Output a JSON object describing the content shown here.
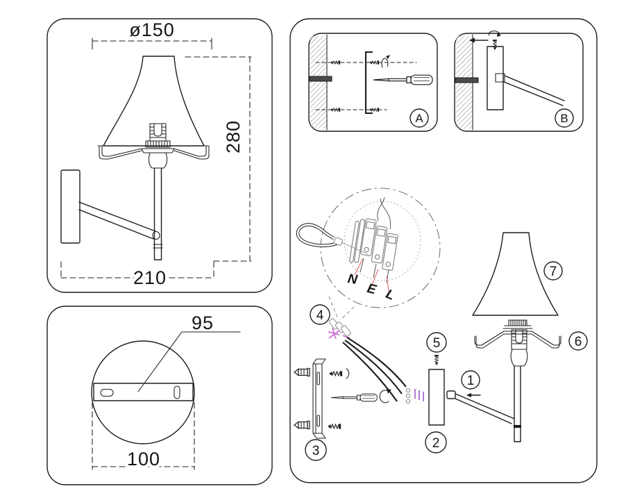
{
  "title": "Wall lamp installation and assembly diagram",
  "colors": {
    "line": "#1c1c1c",
    "panel_border": "#2a2a2a",
    "hatch_gray": "#bcbcbc",
    "hardware_gray": "#8f8f8f",
    "wall_bar_fill": "#4a4a4a",
    "wire_mark_magenta": "#c973d2",
    "leader_red": "#e26b6b",
    "background": "#ffffff"
  },
  "panels": {
    "side_view": {
      "labels": {
        "diameter": "ø150",
        "height": "280",
        "depth": "210"
      }
    },
    "back_view": {
      "labels": {
        "bracket": "95",
        "plate": "100"
      }
    },
    "assembly": {
      "steps": [
        {
          "label": "A"
        },
        {
          "label": "B"
        }
      ],
      "wires": [
        {
          "label": "N"
        },
        {
          "label": "E"
        },
        {
          "label": "L"
        }
      ],
      "parts": [
        {
          "number": "1"
        },
        {
          "number": "2"
        },
        {
          "number": "3"
        },
        {
          "number": "4"
        },
        {
          "number": "5"
        },
        {
          "number": "6"
        },
        {
          "number": "7"
        }
      ]
    }
  }
}
